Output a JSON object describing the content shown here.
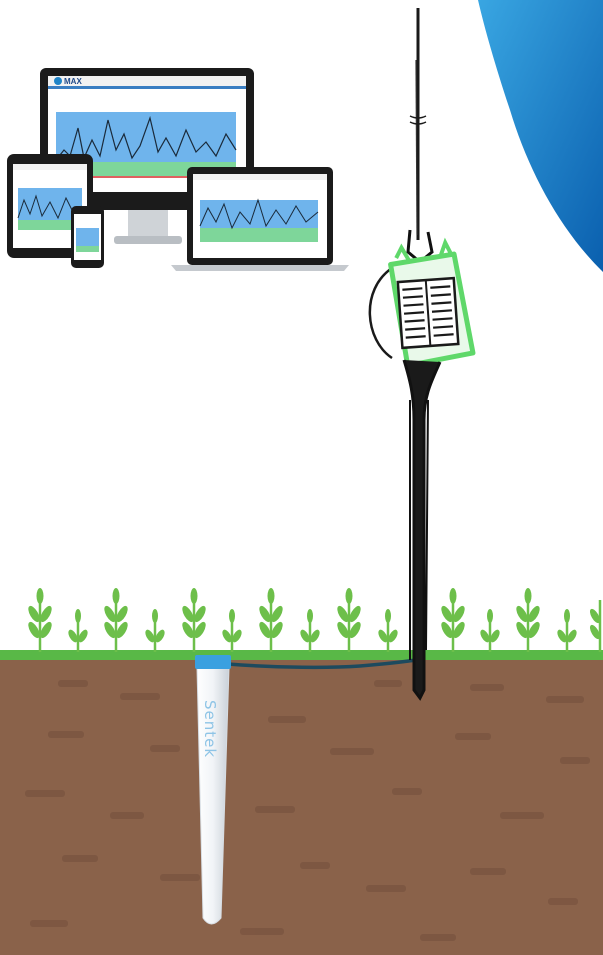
{
  "probe": {
    "brand": "Sentek"
  },
  "screens": {
    "logo_text": "MAX"
  },
  "colors": {
    "sky_accent": "#1f84c8",
    "soil": "#8a624a",
    "grass": "#59b847",
    "plant": "#6dbf4a",
    "probe_cap": "#3aa0e0",
    "cable": "#1d4a5e",
    "chart_blue": "#6fb4ec",
    "chart_green": "#7ed69a"
  },
  "icons": [
    "desktop-monitor",
    "tablet",
    "phone",
    "laptop",
    "solar-logger",
    "soil-probe",
    "crop-plant"
  ]
}
